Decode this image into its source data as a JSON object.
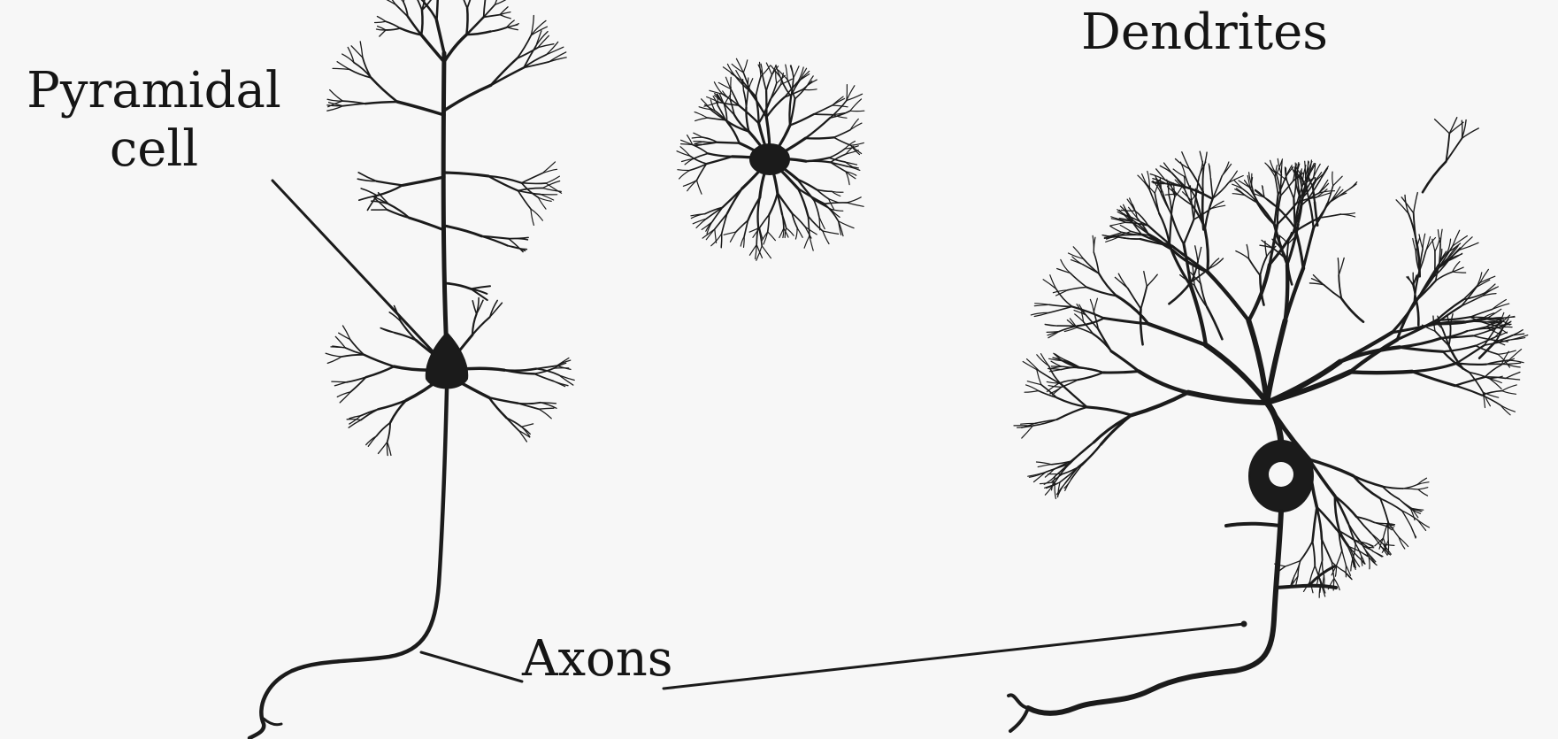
{
  "labels": {
    "pyramidal_line1": "Pyramidal",
    "pyramidal_line2": "cell",
    "dendrites": "Dendrites",
    "axons": "Axons"
  },
  "colors": {
    "ink": "#1b1b1b",
    "paper": "#f7f7f7"
  }
}
